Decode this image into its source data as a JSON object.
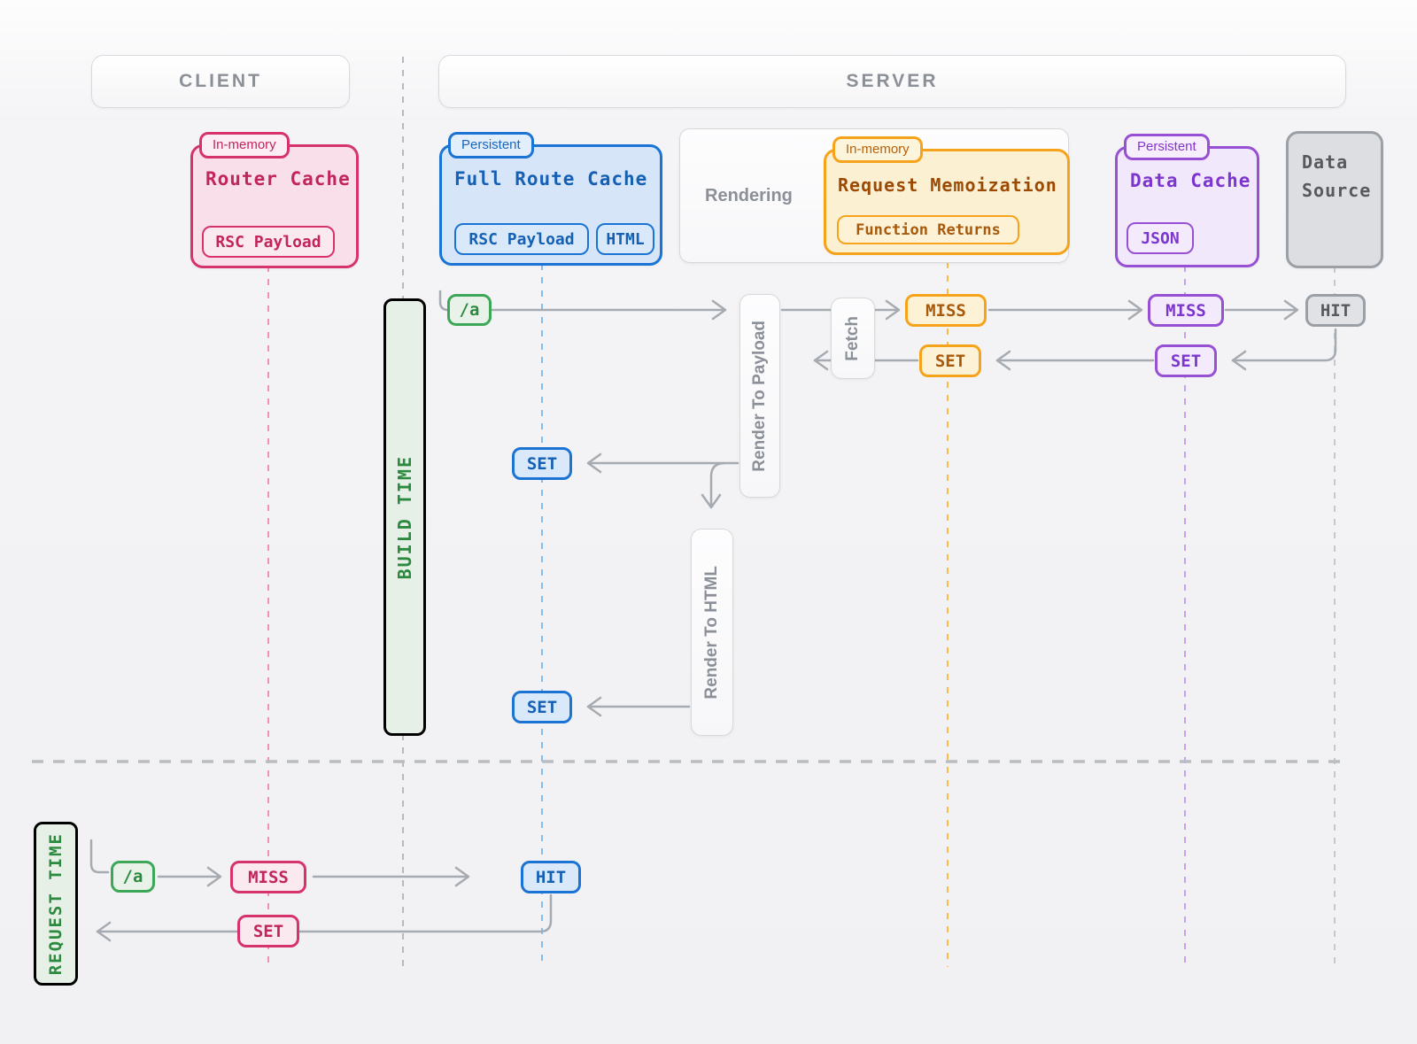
{
  "headers": {
    "client": "CLIENT",
    "server": "SERVER"
  },
  "router_cache": {
    "tag": "In-memory",
    "title": "Router Cache",
    "badge": "RSC Payload"
  },
  "full_route_cache": {
    "tag": "Persistent",
    "title": "Full Route Cache",
    "badge_rsc": "RSC Payload",
    "badge_html": "HTML"
  },
  "rendering": {
    "label": "Rendering"
  },
  "request_memoization": {
    "tag": "In-memory",
    "title": "Request Memoization",
    "badge": "Function Returns"
  },
  "data_cache": {
    "tag": "Persistent",
    "title": "Data Cache",
    "badge": "JSON"
  },
  "data_source": {
    "title": "Data Source"
  },
  "timeline": {
    "build": "BUILD TIME",
    "request": "REQUEST TIME"
  },
  "flow": {
    "route": "/a",
    "render_to_payload": "Render To Payload",
    "render_to_html": "Render To HTML",
    "fetch": "Fetch",
    "miss": "MISS",
    "set": "SET",
    "hit": "HIT"
  },
  "colors": {
    "pink": "#d6336c",
    "blue": "#1b74d4",
    "orange": "#f5a31b",
    "purple": "#9750d4",
    "green": "#3ba757",
    "gray": "#9aa0a6",
    "line": "#a6abb1"
  }
}
